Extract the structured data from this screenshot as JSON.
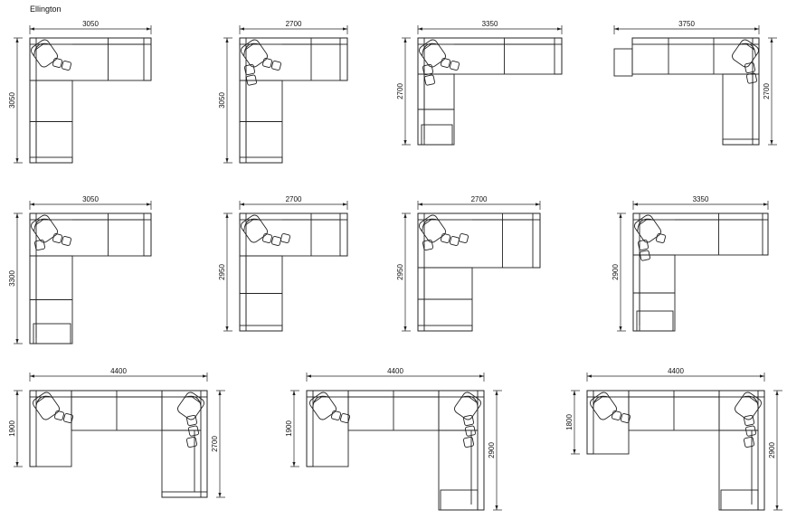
{
  "title": "Ellington",
  "layouts": [
    {
      "top": "3050",
      "left": "3050"
    },
    {
      "top": "2700",
      "left": "3050"
    },
    {
      "top": "3350",
      "left": "2700"
    },
    {
      "top": "3750",
      "right": "2700"
    },
    {
      "top": "3050",
      "left": "3300"
    },
    {
      "top": "2700",
      "left": "2950"
    },
    {
      "top": "2700",
      "left": "2950"
    },
    {
      "top": "3350",
      "left": "2900"
    },
    {
      "top": "4400",
      "left": "1900",
      "right": "2700"
    },
    {
      "top": "4400",
      "left": "1900",
      "right": "2900"
    },
    {
      "top": "4400",
      "left": "1800",
      "right": "2900"
    }
  ]
}
